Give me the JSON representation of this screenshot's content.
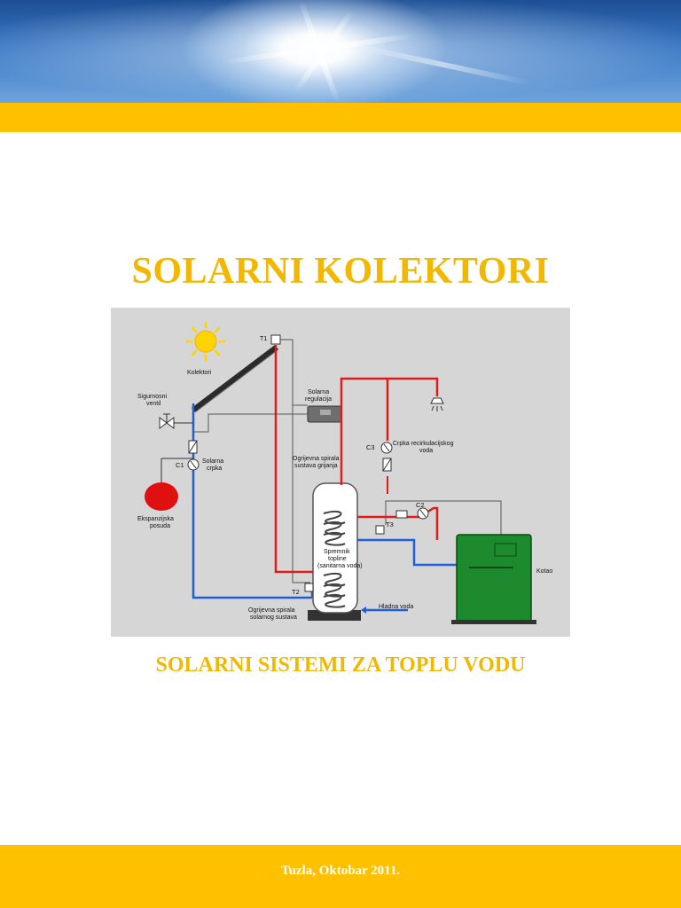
{
  "document": {
    "title": "SOLARNI KOLEKTORI",
    "subtitle": "SOLARNI SISTEMI ZA TOPLU VODU",
    "footer": "Tuzla, Oktobar 2011."
  },
  "colors": {
    "accent": "#ffc000",
    "title": "#f2b800",
    "hot_pipe": "#e01b1b",
    "cold_pipe": "#1f5fd8",
    "boiler": "#1e8a2e"
  },
  "diagram": {
    "labels": {
      "t1": "T1",
      "t2": "T2",
      "t3": "T3",
      "c1": "C1",
      "c2": "C2",
      "c3": "C3",
      "kolektori": "Kolektori",
      "sigurnosni_1": "Sigurnosni",
      "sigurnosni_2": "ventil",
      "solarna_reg_1": "Solarna",
      "solarna_reg_2": "regulacija",
      "solarna_crpka_1": "Solarna",
      "solarna_crpka_2": "crpka",
      "ekspanzijska_1": "Ekspanzijska",
      "ekspanzijska_2": "posuda",
      "crpka_recirk_1": "Crpka recirkulacijskog",
      "crpka_recirk_2": "voda",
      "ogrijevna_grijanje_1": "Ogrijevna spirala",
      "ogrijevna_grijanje_2": "sustava grijanja",
      "spremnik_1": "Spremnik",
      "spremnik_2": "topline",
      "spremnik_3": "(sanitarna voda)",
      "kotao": "Kotao",
      "hladna_voda": "Hladna voda",
      "ogrijevna_solar_1": "Ogrijevna spirala",
      "ogrijevna_solar_2": "solarnog sustava"
    }
  }
}
